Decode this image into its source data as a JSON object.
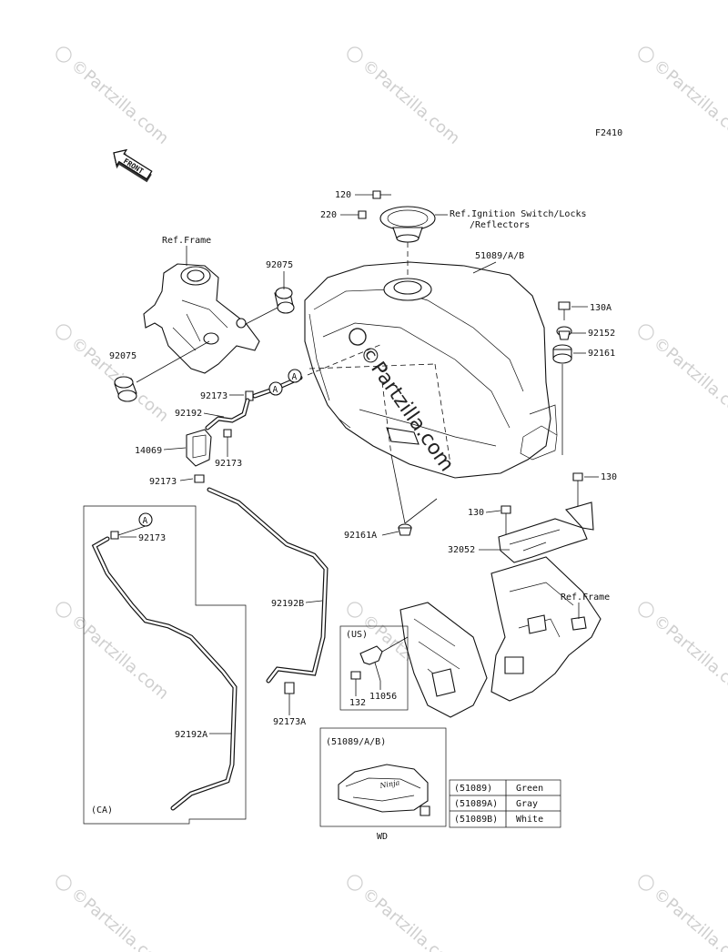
{
  "figure_code": "F2410",
  "front_label": "FRONT",
  "watermark": "©Partzilla.com",
  "callouts": {
    "p120": "120",
    "p220": "220",
    "ref_ignition": "Ref.Ignition Switch/Locks",
    "ref_reflectors": "/Reflectors",
    "ref_frame_top": "Ref.Frame",
    "p92075_top": "92075",
    "p92075_left": "92075",
    "p51089": "51089/A/B",
    "p130A": "130A",
    "p92152": "92152",
    "p92161": "92161",
    "p92173_a": "92173",
    "p92192": "92192",
    "p14069": "14069",
    "p92173_b": "92173",
    "p92173_c": "92173",
    "p130_right": "130",
    "p130_mid": "130",
    "p92161A": "92161A",
    "p32052": "32052",
    "ref_frame_bottom": "Ref.Frame",
    "p92173_ca": "92173",
    "p92192B": "92192B",
    "p92192A": "92192A",
    "p92173A": "92173A",
    "ca_label": "(CA)",
    "us_label": "(US)",
    "p132": "132",
    "p11056": "11056",
    "marker_a": "A",
    "inset_title": "(51089/A/B)",
    "wd_label": "WD"
  },
  "color_table": {
    "rows": [
      {
        "code": "(51089)",
        "color": "Green"
      },
      {
        "code": "(51089A)",
        "color": "Gray"
      },
      {
        "code": "(51089B)",
        "color": "White"
      }
    ]
  }
}
